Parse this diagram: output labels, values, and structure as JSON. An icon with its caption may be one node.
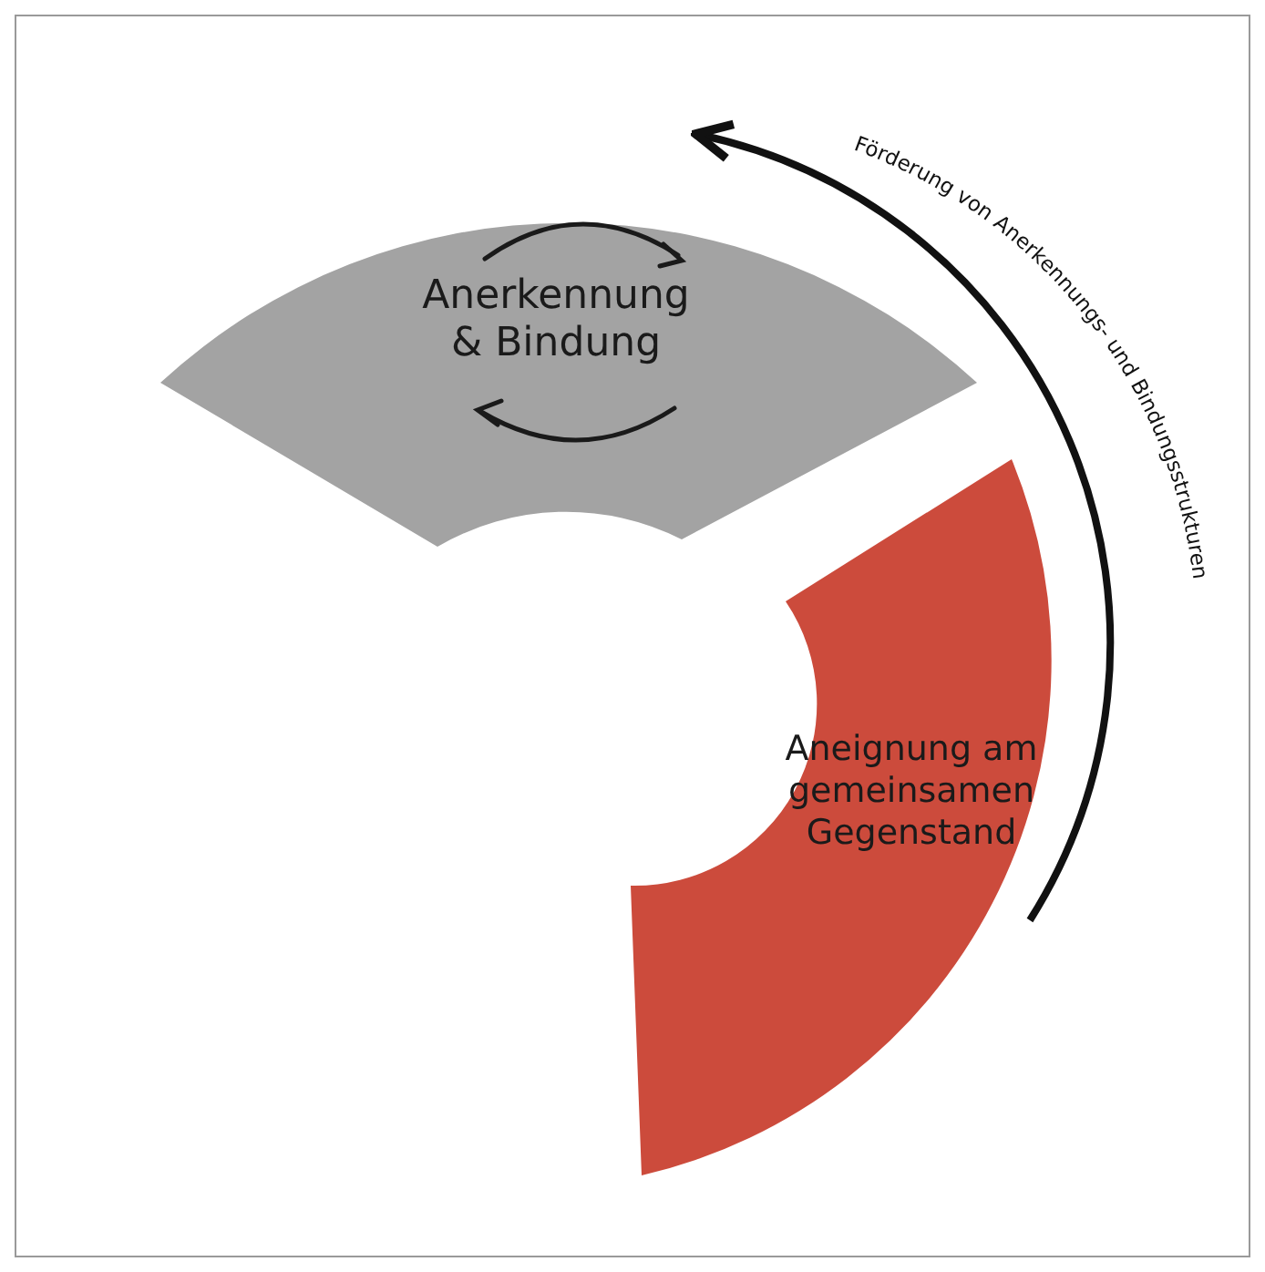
{
  "diagram": {
    "nodes": [
      {
        "text": [
          "Anerkennung & Bindung"
        ]
      },
      {
        "text": [
          "Aneignung am gemeinsamen Gegenstand"
        ]
      }
    ],
    "edges": [
      {
        "from": 1,
        "to": 0,
        "arrow": "to",
        "label": "Förderung von Anerkennungs- und Bindungsstrukturen"
      }
    ]
  }
}
